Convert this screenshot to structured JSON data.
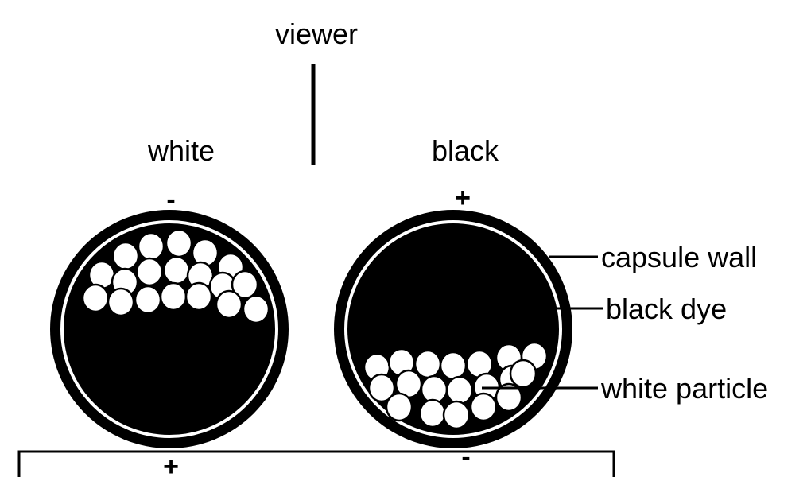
{
  "labels": {
    "viewer": "viewer",
    "left_state": "white",
    "right_state": "black",
    "left_top_charge": "-",
    "right_top_charge": "+",
    "left_bottom_charge": "+",
    "right_bottom_charge": "-",
    "capsule_wall": "capsule wall",
    "black_dye": "black dye",
    "white_particle": "white particle"
  },
  "colors": {
    "ink": "#000000",
    "paper": "#ffffff"
  }
}
